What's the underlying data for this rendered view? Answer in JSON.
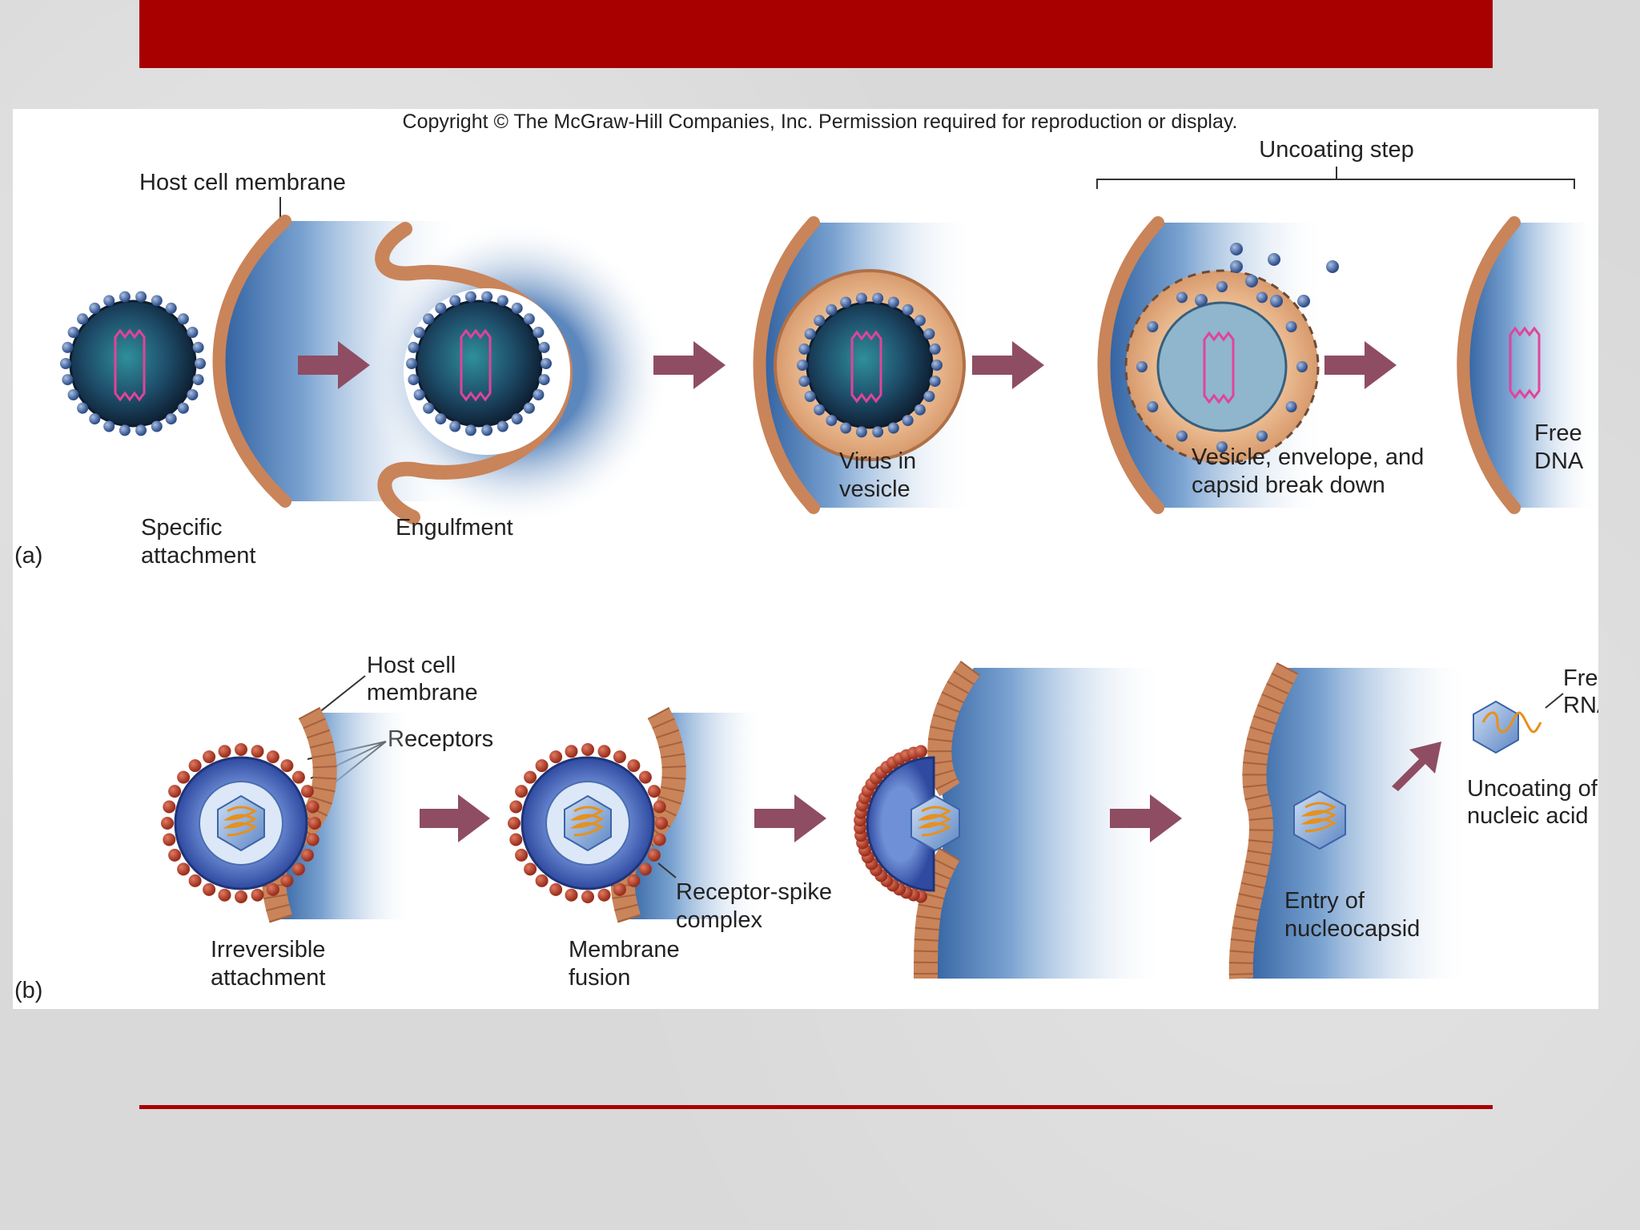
{
  "copyright": "Copyright © The McGraw-Hill Companies, Inc. Permission required for reproduction or display.",
  "panel_a": {
    "tag": "(a)",
    "host_membrane": "Host cell membrane",
    "uncoating_step": "Uncoating step",
    "steps": {
      "specific_attachment": [
        "Specific",
        "attachment"
      ],
      "engulfment": "Engulfment",
      "virus_in_vesicle": [
        "Virus in",
        "vesicle"
      ],
      "breakdown": [
        "Vesicle, envelope, and",
        "capsid break down"
      ],
      "free_dna": [
        "Free",
        "DNA"
      ]
    }
  },
  "panel_b": {
    "tag": "(b)",
    "host_membrane": [
      "Host cell",
      "membrane"
    ],
    "receptors": "Receptors",
    "receptor_spike": [
      "Receptor-spike",
      "complex"
    ],
    "free_rna": [
      "Free",
      "RNA"
    ],
    "steps": {
      "irreversible": [
        "Irreversible",
        "attachment"
      ],
      "fusion": [
        "Membrane",
        "fusion"
      ],
      "entry": [
        "Entry of",
        "nucleocapsid"
      ],
      "uncoating": [
        "Uncoating of",
        "nucleic acid"
      ]
    }
  },
  "colors": {
    "accent_red": "#a80000",
    "membrane": "#c9845a",
    "arrow": "#8e4d62",
    "cytoplasm": "#3d6fae",
    "nucleic_acid_dna": "#e0449a",
    "nucleic_acid_rna": "#e8901c",
    "receptor": "#b8402c"
  }
}
